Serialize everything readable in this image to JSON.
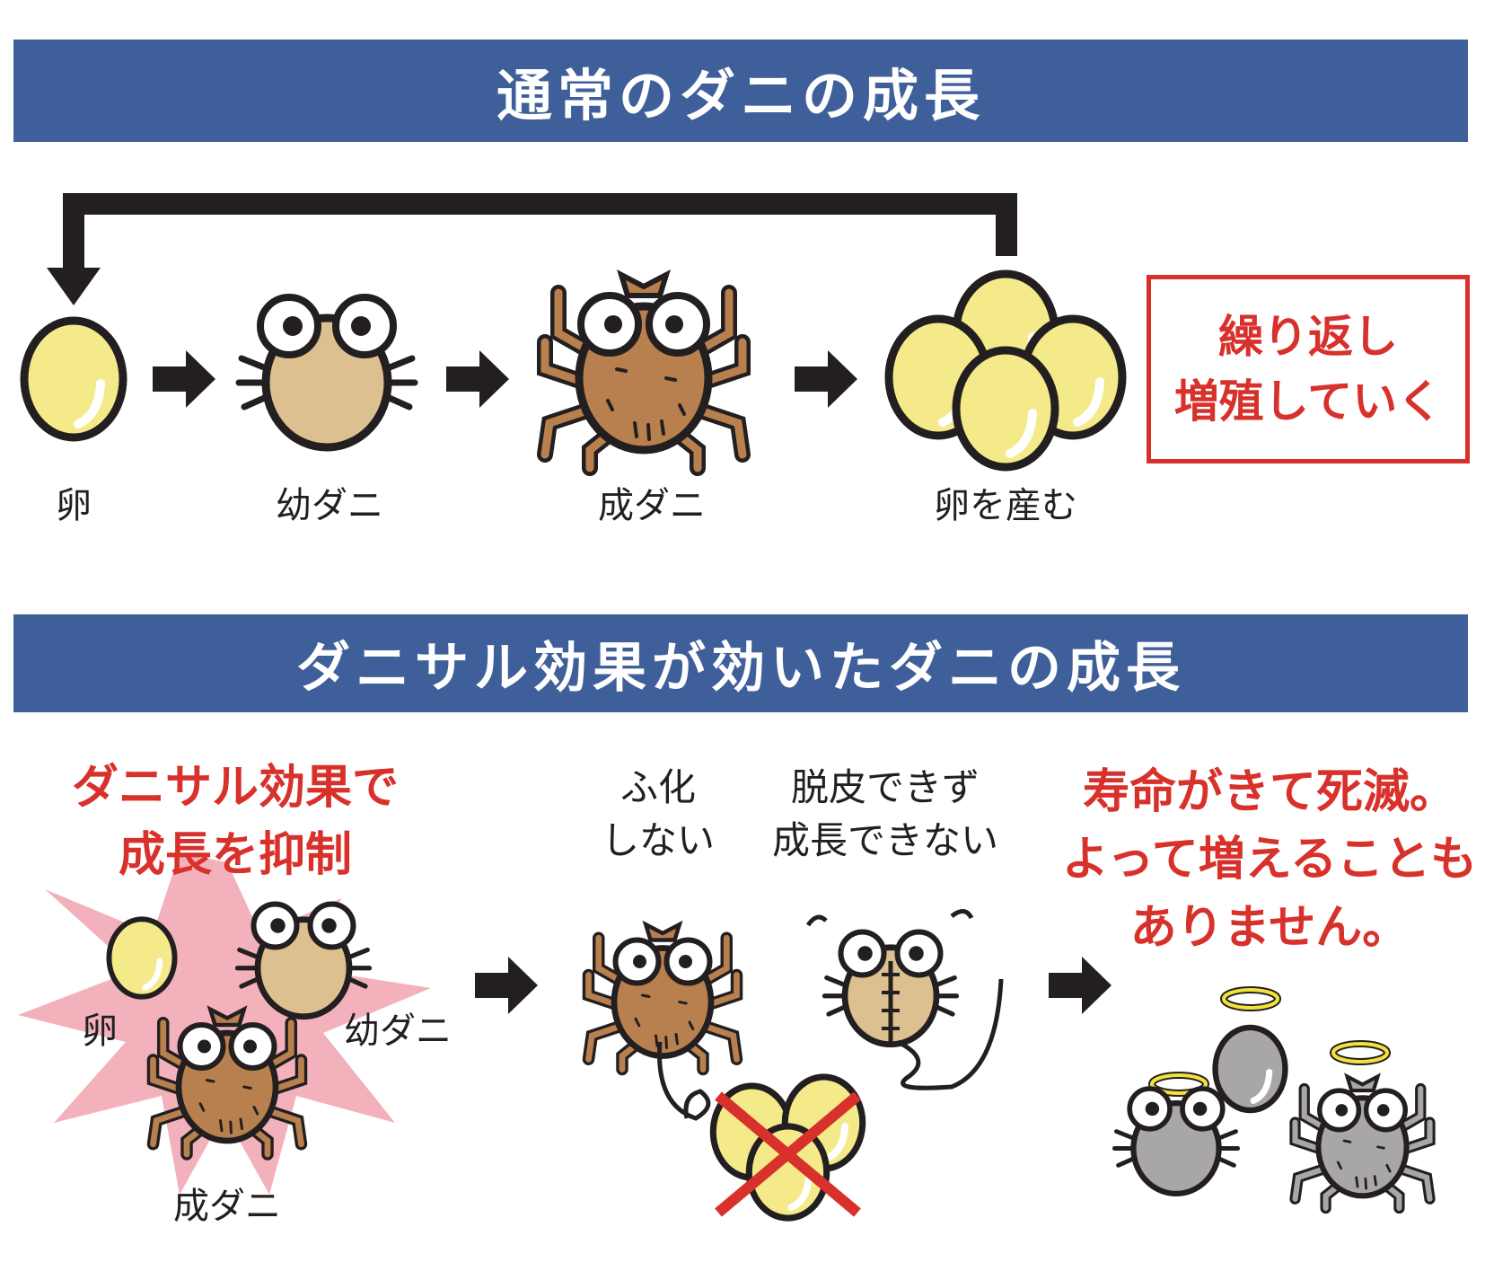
{
  "section1": {
    "title": "通常のダニの成長",
    "labels": {
      "egg": "卵",
      "larva": "幼ダニ",
      "adult": "成ダニ",
      "lay_eggs": "卵を産む"
    },
    "callout": [
      "繰り返し",
      "増殖していく"
    ]
  },
  "section2": {
    "title": "ダニサル効果が効いたダニの成長",
    "left_caption": [
      "ダニサル効果で",
      "成長を抑制"
    ],
    "labels": {
      "egg": "卵",
      "larva": "幼ダニ",
      "adult": "成ダニ"
    },
    "no_hatch": [
      "ふ化",
      "しない"
    ],
    "no_molt": [
      "脱皮できず",
      "成長できない"
    ],
    "result": [
      "寿命がきて死滅。",
      "よって増えることも",
      "ありません。"
    ]
  },
  "colors": {
    "banner": "#3f5f9b",
    "accent_red": "#d8312b",
    "egg_yellow": "#f4ea8a",
    "mite_brown": "#b8804e",
    "larva_tan": "#dcc08f",
    "dead_gray": "#a9a6a6"
  }
}
